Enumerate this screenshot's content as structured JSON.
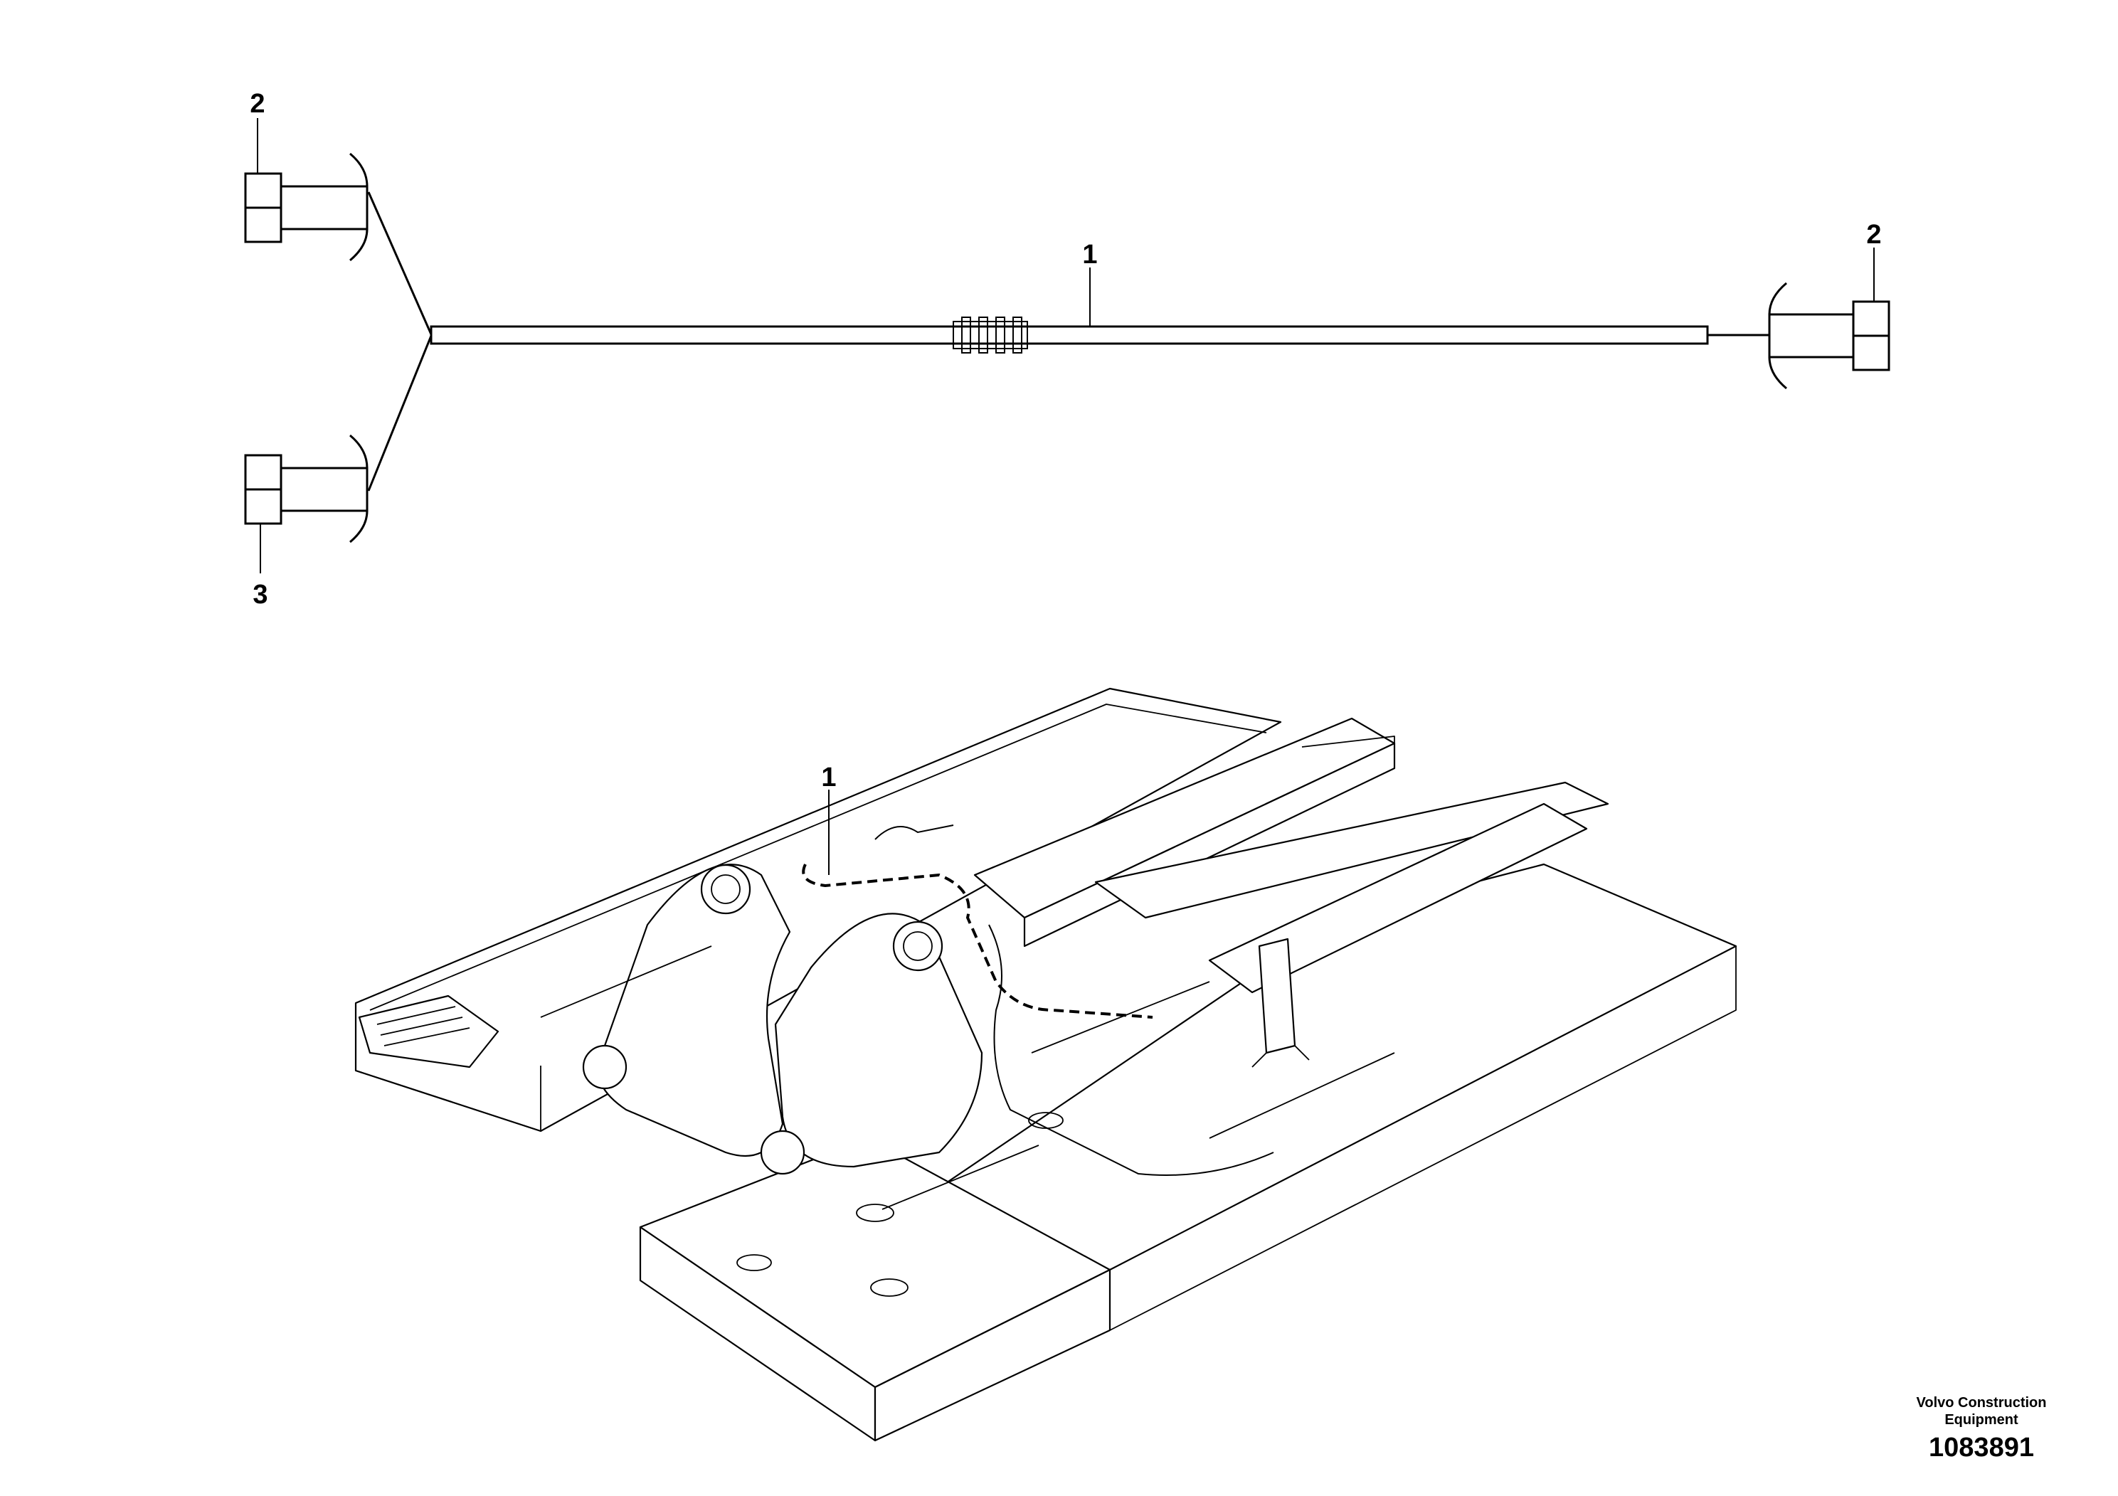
{
  "callouts": {
    "harness_top": "1",
    "connector_top_left": "2",
    "connector_right": "2",
    "connector_bottom_left": "3",
    "frame_harness": "1"
  },
  "footer": {
    "brand": "Volvo Construction Equipment",
    "drawing_number": "1083891"
  }
}
